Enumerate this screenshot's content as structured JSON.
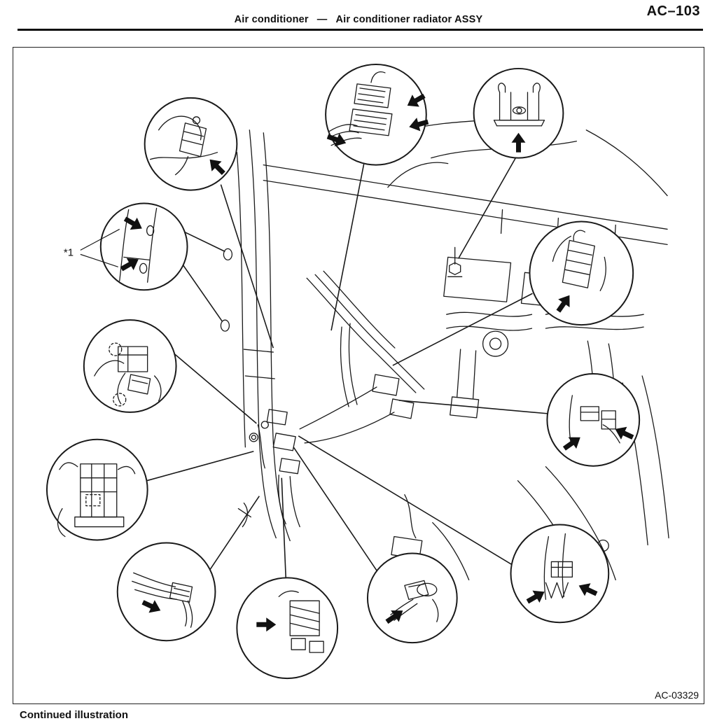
{
  "header": {
    "title_left": "Air conditioner",
    "title_dash": "—",
    "title_right": "Air conditioner radiator ASSY",
    "page_number": "AC–103"
  },
  "diagram": {
    "ref_label": "*1",
    "figure_number": "AC-03329"
  },
  "footer": {
    "continued_text": "Continued illustration"
  },
  "colors": {
    "ink": "#1a1a1a",
    "paper": "#ffffff"
  }
}
